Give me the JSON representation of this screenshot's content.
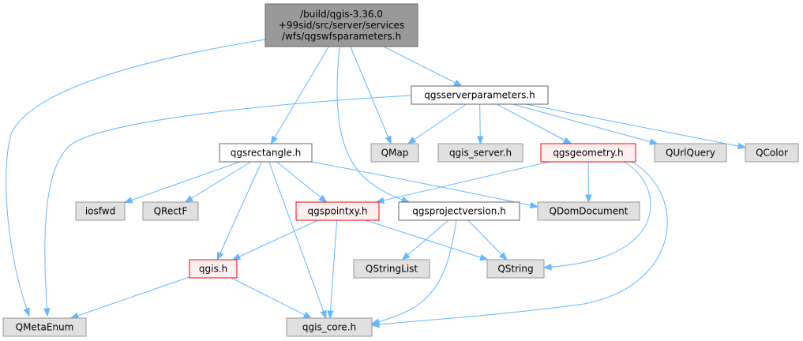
{
  "colors": {
    "root_fill": "#999999",
    "root_stroke": "#666666",
    "documented_fill": "#ffffff",
    "documented_stroke": "#666666",
    "external_fill": "#e0e0e0",
    "external_stroke": "#999999",
    "incomplete_fill": "#fff0f0",
    "incomplete_stroke": "#ff0000",
    "edge": "#63b8ff"
  },
  "nodes": [
    {
      "id": "root",
      "kind": "root",
      "lines": [
        "/build/qgis-3.36.0",
        "+99sid/src/server/services",
        "/wfs/qgswfsparameters.h"
      ]
    },
    {
      "id": "qgsserverparameters",
      "kind": "documented",
      "lines": [
        "qgsserverparameters.h"
      ]
    },
    {
      "id": "qgsrectangle",
      "kind": "documented",
      "lines": [
        "qgsrectangle.h"
      ]
    },
    {
      "id": "qmap",
      "kind": "external",
      "lines": [
        "QMap"
      ]
    },
    {
      "id": "qgis_server",
      "kind": "external",
      "lines": [
        "qgis_server.h"
      ]
    },
    {
      "id": "qgsgeometry",
      "kind": "incomplete",
      "lines": [
        "qgsgeometry.h"
      ]
    },
    {
      "id": "qurlquery",
      "kind": "external",
      "lines": [
        "QUrlQuery"
      ]
    },
    {
      "id": "qcolor",
      "kind": "external",
      "lines": [
        "QColor"
      ]
    },
    {
      "id": "iosfwd",
      "kind": "external",
      "lines": [
        "iosfwd"
      ]
    },
    {
      "id": "qrectf",
      "kind": "external",
      "lines": [
        "QRectF"
      ]
    },
    {
      "id": "qgspointxy",
      "kind": "incomplete",
      "lines": [
        "qgspointxy.h"
      ]
    },
    {
      "id": "qgsprojectversion",
      "kind": "documented",
      "lines": [
        "qgsprojectversion.h"
      ]
    },
    {
      "id": "qdomdocument",
      "kind": "external",
      "lines": [
        "QDomDocument"
      ]
    },
    {
      "id": "qgis",
      "kind": "incomplete",
      "lines": [
        "qgis.h"
      ]
    },
    {
      "id": "qstringlist",
      "kind": "external",
      "lines": [
        "QStringList"
      ]
    },
    {
      "id": "qstring",
      "kind": "external",
      "lines": [
        "QString"
      ]
    },
    {
      "id": "qmetaenum",
      "kind": "external",
      "lines": [
        "QMetaEnum"
      ]
    },
    {
      "id": "qgis_core",
      "kind": "external",
      "lines": [
        "qgis_core.h"
      ]
    }
  ],
  "edges": [
    [
      "root",
      "qgsserverparameters"
    ],
    [
      "root",
      "qgsrectangle"
    ],
    [
      "root",
      "qmap"
    ],
    [
      "root",
      "qgsprojectversion"
    ],
    [
      "root",
      "qmetaenum"
    ],
    [
      "qgsserverparameters",
      "qmap"
    ],
    [
      "qgsserverparameters",
      "qgis_server"
    ],
    [
      "qgsserverparameters",
      "qgsgeometry"
    ],
    [
      "qgsserverparameters",
      "qurlquery"
    ],
    [
      "qgsserverparameters",
      "qcolor"
    ],
    [
      "qgsserverparameters",
      "qmetaenum"
    ],
    [
      "qgsrectangle",
      "iosfwd"
    ],
    [
      "qgsrectangle",
      "qrectf"
    ],
    [
      "qgsrectangle",
      "qgspointxy"
    ],
    [
      "qgsrectangle",
      "qdomdocument"
    ],
    [
      "qgsrectangle",
      "qgis"
    ],
    [
      "qgsrectangle",
      "qgis_core"
    ],
    [
      "qgsgeometry",
      "qgspointxy"
    ],
    [
      "qgsgeometry",
      "qdomdocument"
    ],
    [
      "qgsgeometry",
      "qstring"
    ],
    [
      "qgsgeometry",
      "qgis_core"
    ],
    [
      "qgspointxy",
      "qgis"
    ],
    [
      "qgspointxy",
      "qgis_core"
    ],
    [
      "qgspointxy",
      "qstring"
    ],
    [
      "qgsprojectversion",
      "qstringlist"
    ],
    [
      "qgsprojectversion",
      "qstring"
    ],
    [
      "qgsprojectversion",
      "qgis_core"
    ],
    [
      "qgis",
      "qmetaenum"
    ],
    [
      "qgis",
      "qgis_core"
    ]
  ]
}
